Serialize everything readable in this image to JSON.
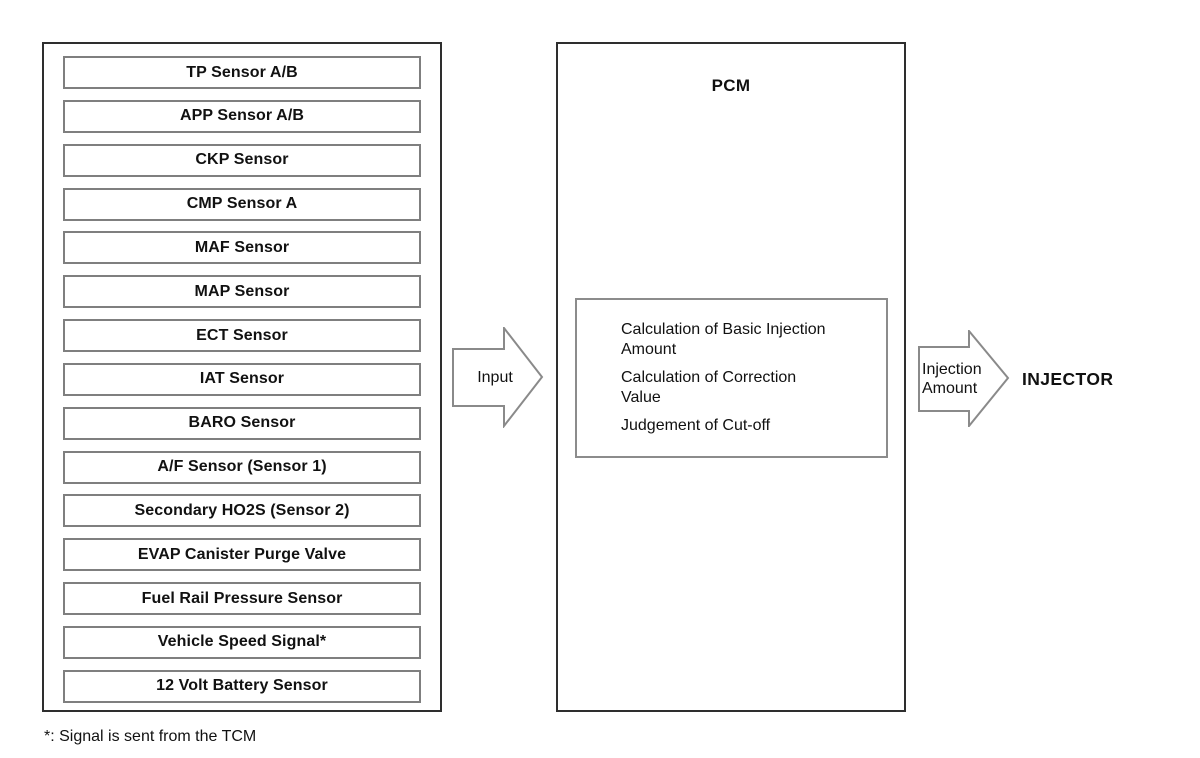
{
  "diagram": {
    "left_panel": {
      "sensors": [
        "TP Sensor A/B",
        "APP Sensor A/B",
        "CKP Sensor",
        "CMP Sensor A",
        "MAF Sensor",
        "MAP Sensor",
        "ECT Sensor",
        "IAT Sensor",
        "BARO Sensor",
        "A/F Sensor (Sensor 1)",
        "Secondary HO2S (Sensor 2)",
        "EVAP Canister Purge Valve",
        "Fuel Rail Pressure Sensor",
        "Vehicle Speed Signal*",
        "12 Volt Battery Sensor"
      ]
    },
    "input_arrow": {
      "label": "Input"
    },
    "pcm": {
      "title": "PCM",
      "functions": [
        "Calculation of Basic Injection Amount",
        "Calculation of Correction Value",
        "Judgement of Cut-off"
      ]
    },
    "output_arrow": {
      "label": "Injection Amount"
    },
    "injector": {
      "label": "INJECTOR"
    },
    "footnote": "*: Signal is sent from the TCM"
  },
  "colors": {
    "outer_border": "#2e2e2e",
    "sensor_border": "#7f7f7f",
    "calc_border": "#8c8c8c",
    "arrow_border": "#8a8a8a",
    "text": "#111111",
    "background": "#ffffff"
  }
}
